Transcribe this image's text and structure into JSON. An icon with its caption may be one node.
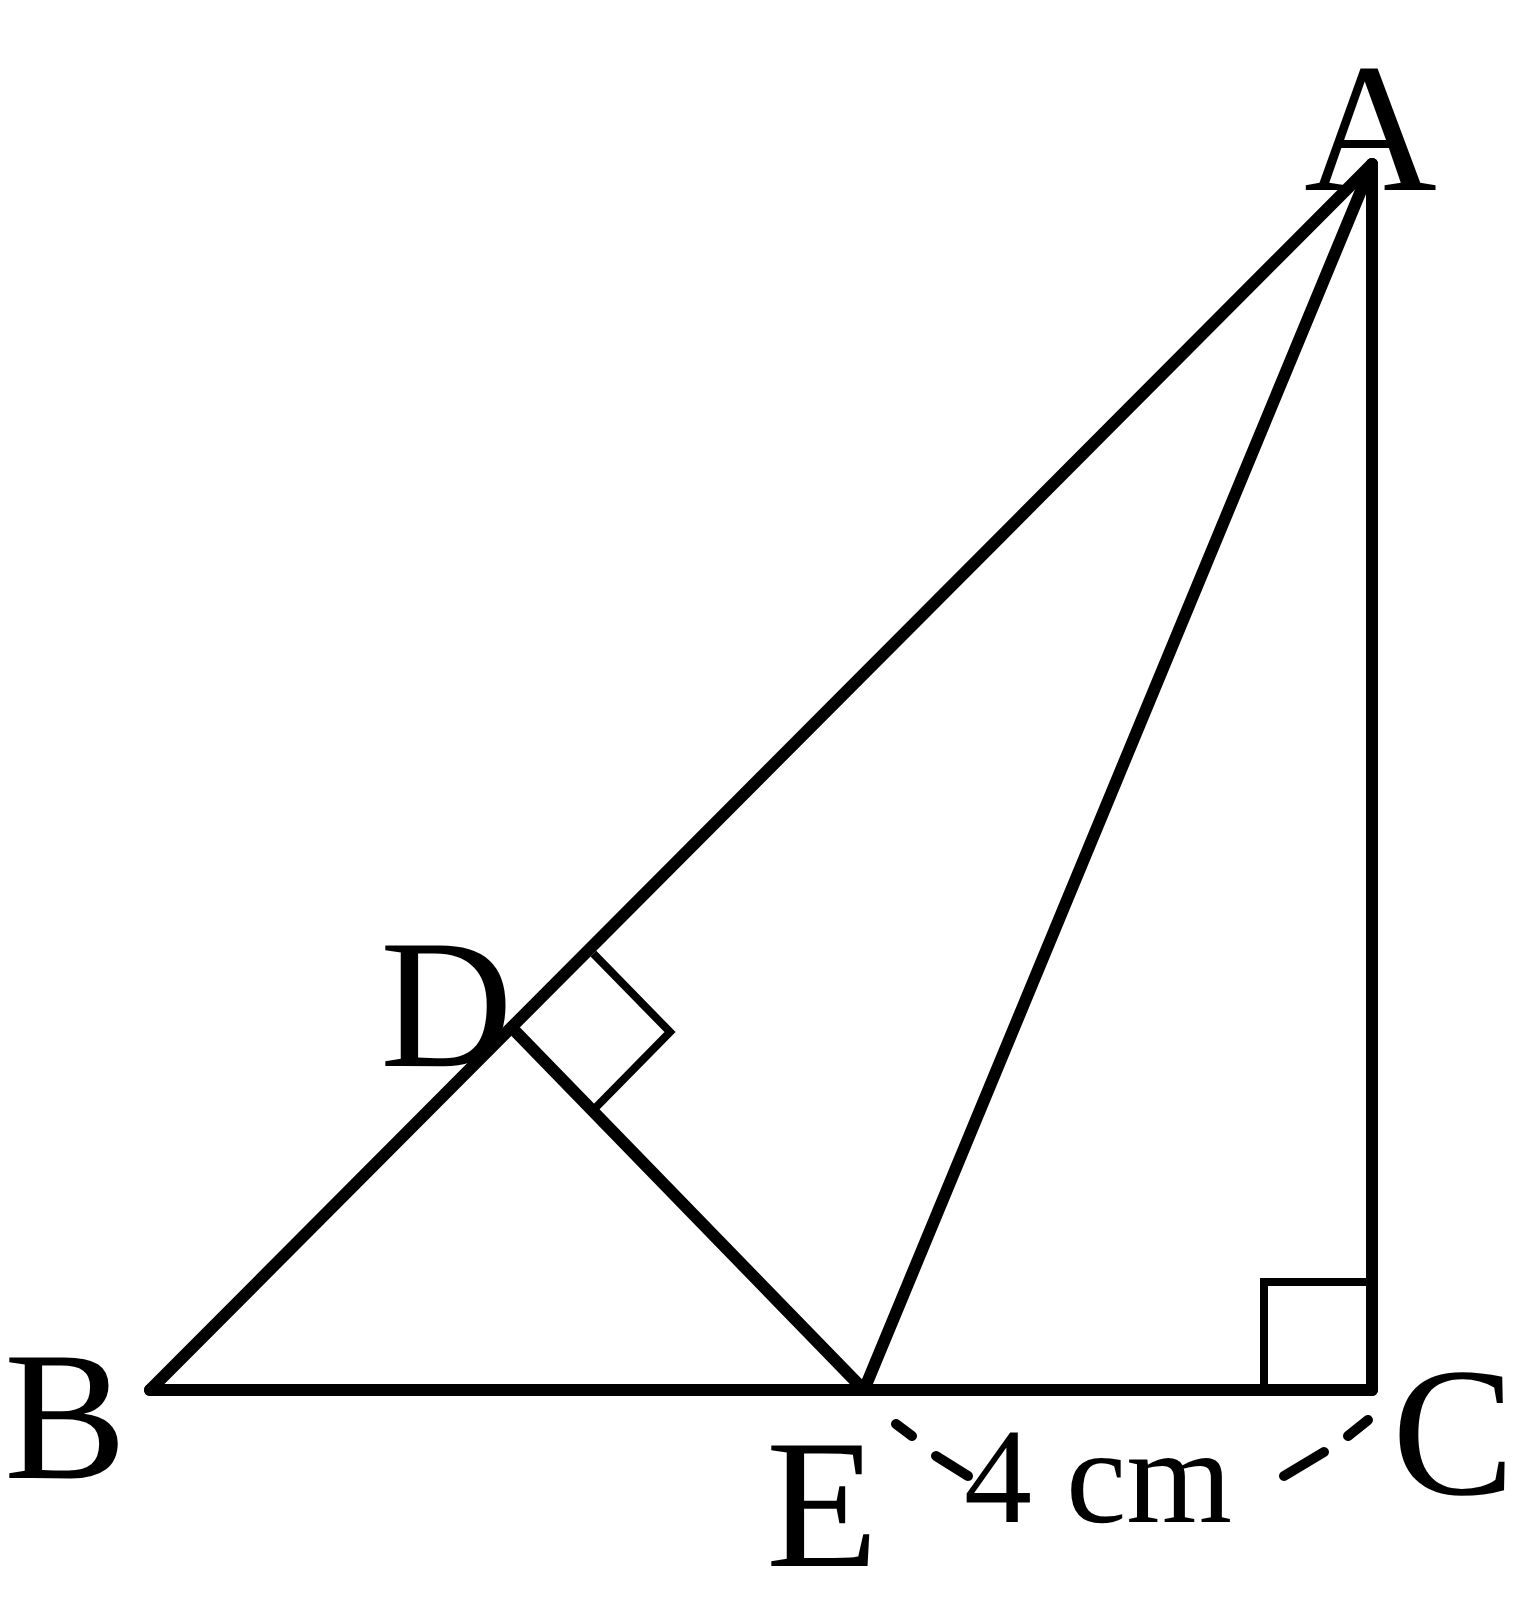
{
  "diagram": {
    "labels": [
      "A",
      "D",
      "B",
      "C",
      "E",
      "4 cm"
    ]
  }
}
